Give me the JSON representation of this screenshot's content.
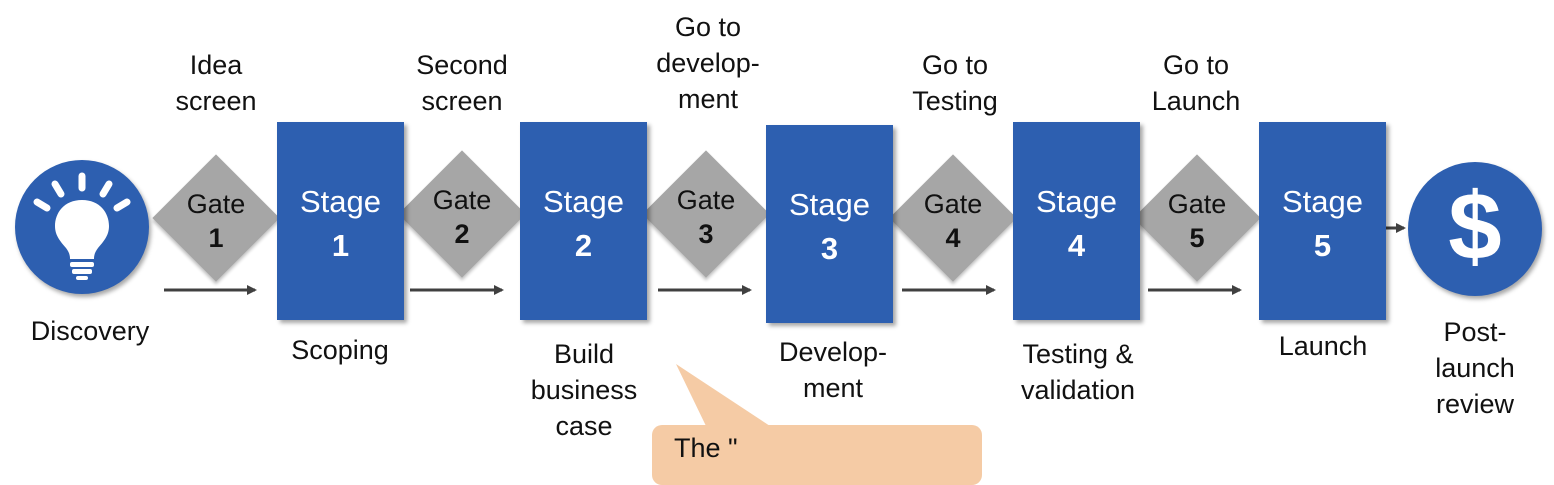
{
  "start": {
    "label": "Discovery",
    "icon": "lightbulb-icon"
  },
  "end": {
    "label": "Post-\nlaunch\nreview",
    "icon": "dollar-icon",
    "symbol": "$"
  },
  "gates": [
    {
      "word": "Gate",
      "num": "1",
      "top_label": "Idea\nscreen"
    },
    {
      "word": "Gate",
      "num": "2",
      "top_label": "Second\nscreen"
    },
    {
      "word": "Gate",
      "num": "3",
      "top_label": "Go to\ndevelop-\nment"
    },
    {
      "word": "Gate",
      "num": "4",
      "top_label": "Go to\nTesting"
    },
    {
      "word": "Gate",
      "num": "5",
      "top_label": "Go to\nLaunch"
    }
  ],
  "stages": [
    {
      "word": "Stage",
      "num": "1",
      "bottom_label": "Scoping"
    },
    {
      "word": "Stage",
      "num": "2",
      "bottom_label": "Build\nbusiness\ncase"
    },
    {
      "word": "Stage",
      "num": "3",
      "bottom_label": "Develop-\nment"
    },
    {
      "word": "Stage",
      "num": "4",
      "bottom_label": "Testing &\nvalidation"
    },
    {
      "word": "Stage",
      "num": "5",
      "bottom_label": "Launch"
    }
  ],
  "callout": {
    "text": "The \""
  },
  "colors": {
    "stage": "#2d5fb0",
    "gate": "#a6a6a6",
    "arrow": "#404040",
    "callout": "#f5cba5"
  }
}
